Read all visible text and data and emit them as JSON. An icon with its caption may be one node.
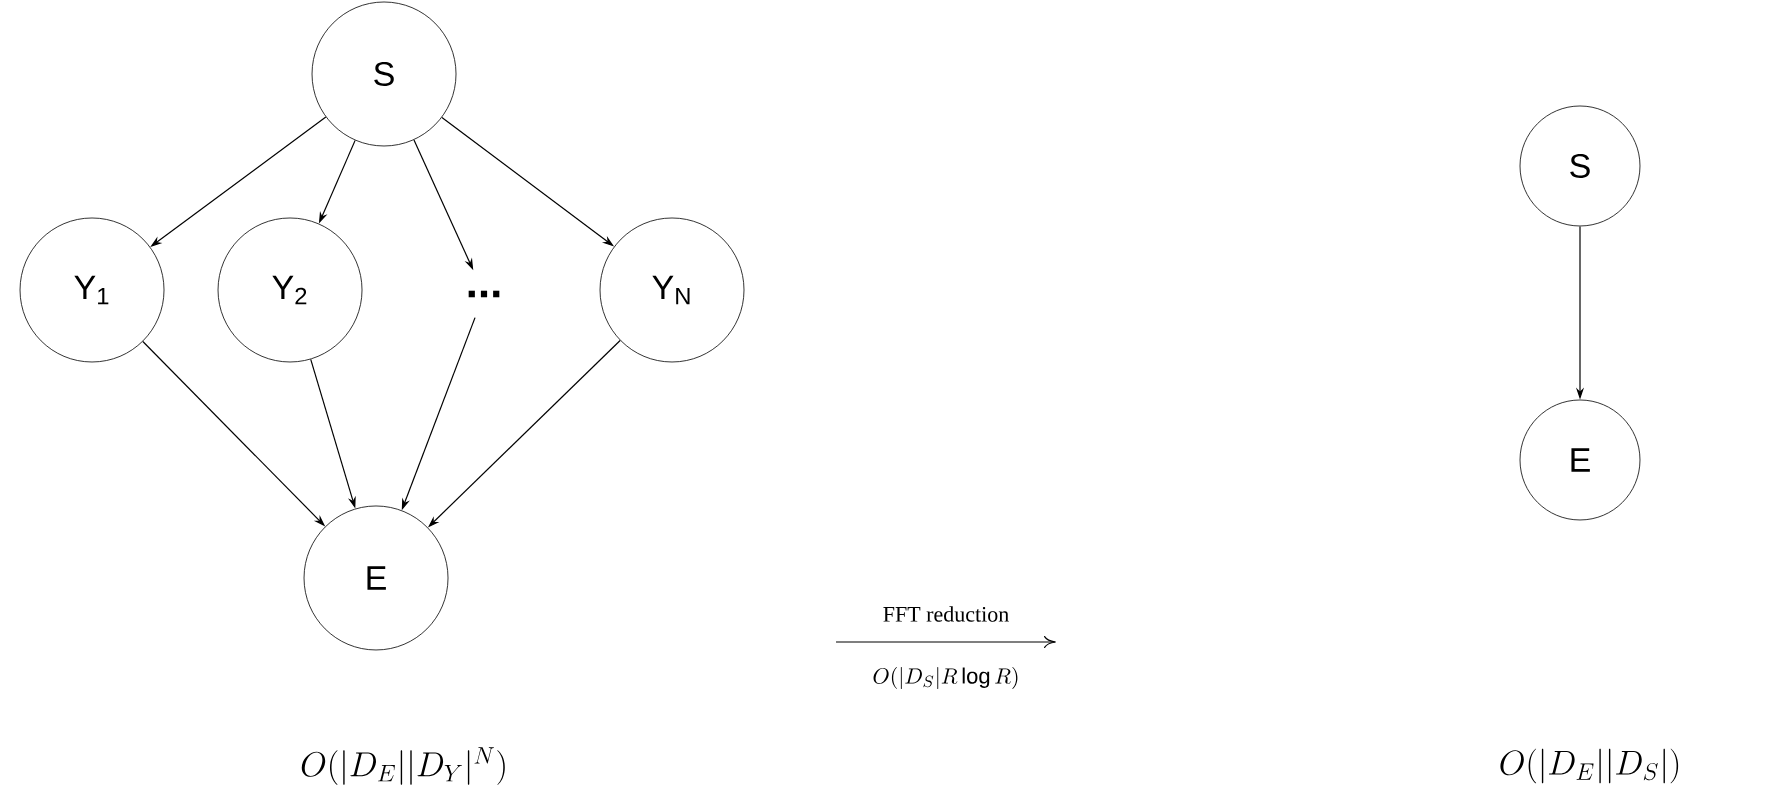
{
  "diagram": {
    "nodes": [
      {
        "text": [
          "S"
        ]
      },
      {
        "text": [
          "Y$_{1}$"
        ]
      },
      {
        "text": [
          "Y$_{2}$"
        ]
      },
      {
        "text": [
          "..."
        ]
      },
      {
        "text": [
          "Y$_{N}$"
        ]
      },
      {
        "text": [
          "E"
        ]
      },
      {
        "text": [
          "S"
        ]
      },
      {
        "text": [
          "E"
        ]
      }
    ],
    "edges": [
      {
        "from": 0,
        "to": 1,
        "arrow": "to"
      },
      {
        "from": 0,
        "to": 2,
        "arrow": "to"
      },
      {
        "from": 0,
        "to": 3,
        "arrow": "to"
      },
      {
        "from": 0,
        "to": 4,
        "arrow": "to"
      },
      {
        "from": 1,
        "to": 5,
        "arrow": "to"
      },
      {
        "from": 2,
        "to": 5,
        "arrow": "to"
      },
      {
        "from": 3,
        "to": 5,
        "arrow": "to"
      },
      {
        "from": 4,
        "to": 5,
        "arrow": "to"
      },
      {
        "from": 6,
        "to": 7,
        "arrow": "to"
      }
    ],
    "labels": [
      "FFT reduction",
      "O(|D_S|R\\log R)",
      "O(|D_E||D_Y|^N)",
      "O(|D_E||D_S|)"
    ]
  }
}
